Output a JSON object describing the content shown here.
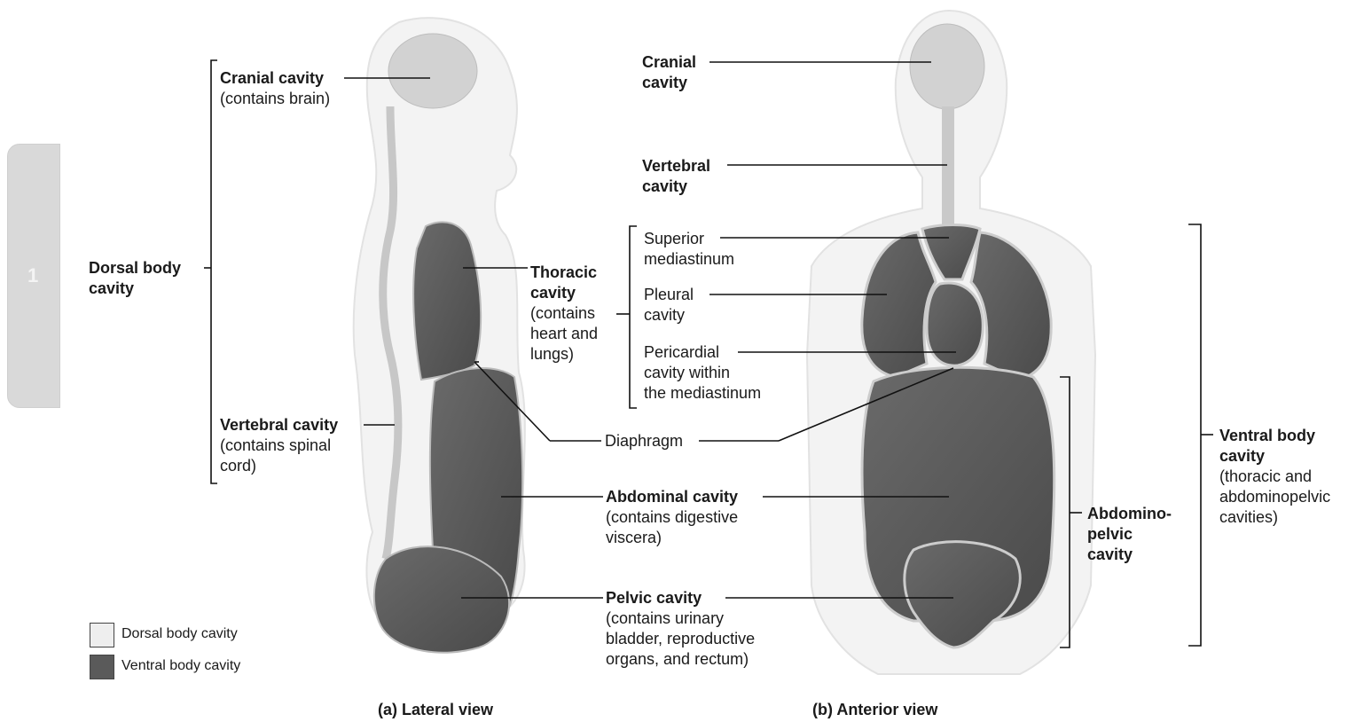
{
  "chapter_tab": "1",
  "lateral": {
    "cranial_title": "Cranial cavity",
    "cranial_note": "(contains brain)",
    "dorsal_line1": "Dorsal body",
    "dorsal_line2": "cavity",
    "vertebral_title": "Vertebral cavity",
    "vertebral_note1": "(contains spinal",
    "vertebral_note2": "cord)",
    "thoracic_line1": "Thoracic",
    "thoracic_line2": "cavity",
    "thoracic_note1": "(contains",
    "thoracic_note2": "heart and",
    "thoracic_note3": "lungs)",
    "caption": "(a) Lateral view"
  },
  "center": {
    "diaphragm": "Diaphragm",
    "abdominal_title": "Abdominal cavity",
    "abdominal_note1": "(contains digestive",
    "abdominal_note2": "viscera)",
    "pelvic_title": "Pelvic cavity",
    "pelvic_note1": "(contains urinary",
    "pelvic_note2": "bladder, reproductive",
    "pelvic_note3": "organs, and rectum)"
  },
  "anterior": {
    "cranial_line1": "Cranial",
    "cranial_line2": "cavity",
    "vertebral_line1": "Vertebral",
    "vertebral_line2": "cavity",
    "superior_line1": "Superior",
    "superior_line2": "mediastinum",
    "pleural_line1": "Pleural",
    "pleural_line2": "cavity",
    "pericardial_line1": "Pericardial",
    "pericardial_line2": "cavity within",
    "pericardial_line3": "the mediastinum",
    "abdominopelvic_line1": "Abdomino-",
    "abdominopelvic_line2": "pelvic",
    "abdominopelvic_line3": "cavity",
    "ventral_line1": "Ventral body",
    "ventral_line2": "cavity",
    "ventral_note1": "(thoracic and",
    "ventral_note2": "abdominopelvic",
    "ventral_note3": "cavities)",
    "caption": "(b) Anterior view"
  },
  "legend": {
    "dorsal": "Dorsal body cavity",
    "ventral": "Ventral body cavity"
  },
  "colors": {
    "ventral_fill": "#5a5a5a",
    "dorsal_fill": "#d6d6d6",
    "body_outline": "#e8e8e8",
    "leader": "#111111"
  }
}
